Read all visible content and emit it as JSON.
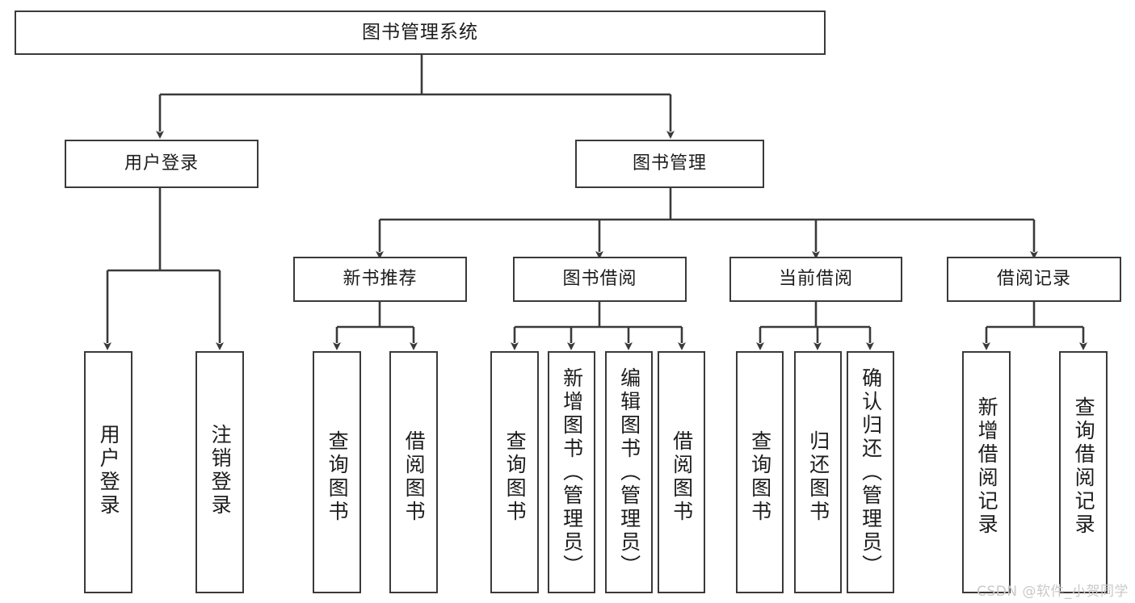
{
  "diagram": {
    "title": "图书管理系统",
    "type": "tree",
    "watermark": "CSDN @软件_小贺同学",
    "colors": {
      "box_border": "#3a3a3a",
      "box_fill": "#ffffff",
      "line": "#3a3a3a",
      "text": "#1c1c1c",
      "watermark": "#c9c9c9"
    },
    "nodes": {
      "root": {
        "label": "图书管理系统"
      },
      "level1": [
        {
          "id": "user-login",
          "label": "用户登录"
        },
        {
          "id": "book-manage",
          "label": "图书管理"
        }
      ],
      "level2": [
        {
          "id": "new-book-rec",
          "label": "新书推荐"
        },
        {
          "id": "book-borrow",
          "label": "图书借阅"
        },
        {
          "id": "current-borrow",
          "label": "当前借阅"
        },
        {
          "id": "borrow-record",
          "label": "借阅记录"
        }
      ],
      "leaves": {
        "user_login": [
          {
            "id": "leaf-user-login",
            "label": "用户登录"
          },
          {
            "id": "leaf-logout",
            "label": "注销登录"
          }
        ],
        "new_book_rec": [
          {
            "id": "leaf-query-book-1",
            "label": "查询图书"
          },
          {
            "id": "leaf-borrow-book-1",
            "label": "借阅图书"
          }
        ],
        "book_borrow": [
          {
            "id": "leaf-query-book-2",
            "label": "查询图书"
          },
          {
            "id": "leaf-add-book",
            "label": "新增图书（管理员）"
          },
          {
            "id": "leaf-edit-book",
            "label": "编辑图书（管理员）"
          },
          {
            "id": "leaf-borrow-book-2",
            "label": "借阅图书"
          }
        ],
        "current_borrow": [
          {
            "id": "leaf-query-book-3",
            "label": "查询图书"
          },
          {
            "id": "leaf-return-book",
            "label": "归还图书"
          },
          {
            "id": "leaf-confirm-return",
            "label": "确认归还（管理员）"
          }
        ],
        "borrow_record": [
          {
            "id": "leaf-add-record",
            "label": "新增借阅记录"
          },
          {
            "id": "leaf-query-record",
            "label": "查询借阅记录"
          }
        ]
      }
    }
  }
}
